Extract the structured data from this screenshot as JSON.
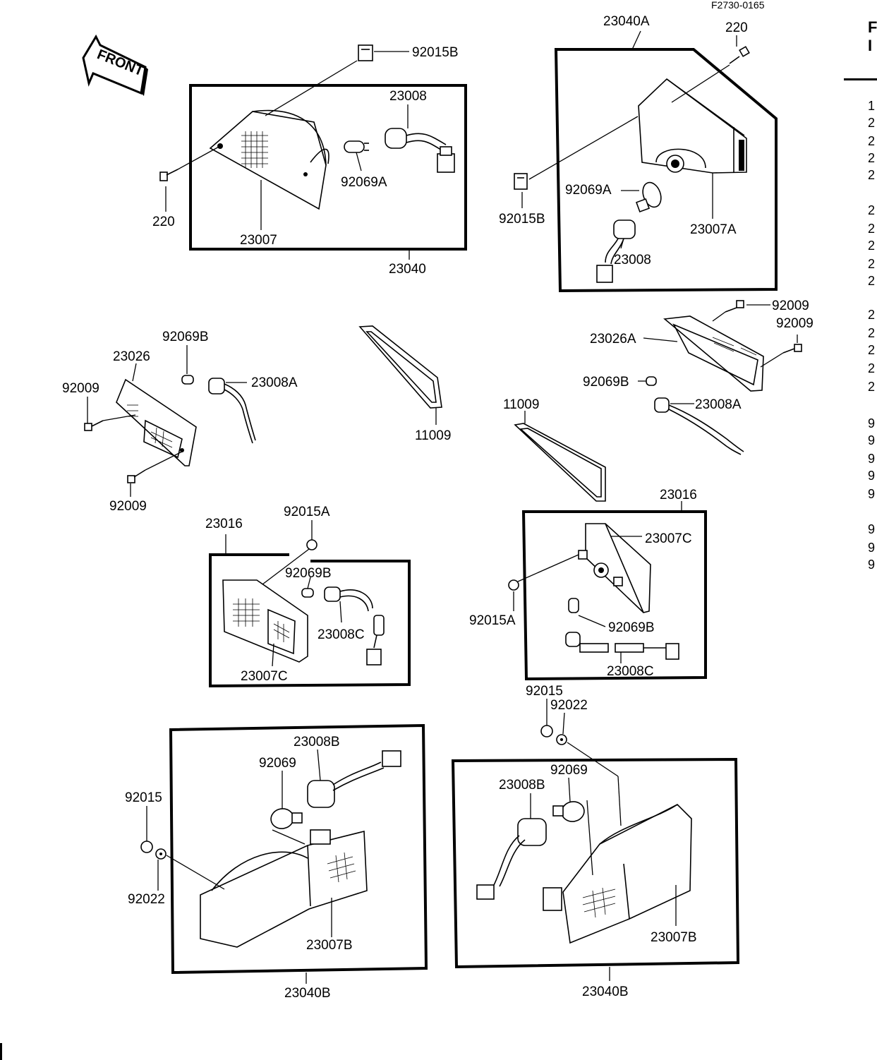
{
  "header": {
    "figure_code": "F2730-0165"
  },
  "front_arrow": {
    "label": "FRONT"
  },
  "callouts": {
    "c_92015B_a": "92015B",
    "c_23008_a": "23008",
    "c_92069A_a": "92069A",
    "c_220_a": "220",
    "c_23007": "23007",
    "c_23040": "23040",
    "c_23040A": "23040A",
    "c_220_b": "220",
    "c_92069A_b": "92069A",
    "c_92015B_b": "92015B",
    "c_23007A": "23007A",
    "c_23008_b": "23008",
    "c_92069B_a": "92069B",
    "c_23026": "23026",
    "c_23008A_a": "23008A",
    "c_92009_a": "92009",
    "c_92009_b": "92009",
    "c_11009_a": "11009",
    "c_92009_c": "92009",
    "c_92009_d": "92009",
    "c_23026A": "23026A",
    "c_92069B_b": "92069B",
    "c_23008A_b": "23008A",
    "c_11009_b": "11009",
    "c_23016_a": "23016",
    "c_92015A_a": "92015A",
    "c_92069B_c": "92069B",
    "c_23008C_a": "23008C",
    "c_23007C_a": "23007C",
    "c_23016_b": "23016",
    "c_23007C_b": "23007C",
    "c_92015A_b": "92015A",
    "c_92069B_d": "92069B",
    "c_23008C_b": "23008C",
    "c_92015_a": "92015",
    "c_92022_a": "92022",
    "c_23008B_a": "23008B",
    "c_92069_a": "92069",
    "c_92015_b": "92015",
    "c_92022_b": "92022",
    "c_23007B_a": "23007B",
    "c_23040B_a": "23040B",
    "c_92069_b": "92069",
    "c_23008B_b": "23008B",
    "c_23007B_b": "23007B",
    "c_23040B_b": "23040B"
  },
  "side_column": {
    "top": [
      "F",
      "I"
    ],
    "digits": [
      "1",
      "2",
      "2",
      "2",
      "2",
      "2",
      "2",
      "2",
      "2",
      "2",
      "2",
      "2",
      "2",
      "2",
      "2",
      "9",
      "9",
      "9",
      "9",
      "9",
      "9",
      "9",
      "9"
    ]
  }
}
